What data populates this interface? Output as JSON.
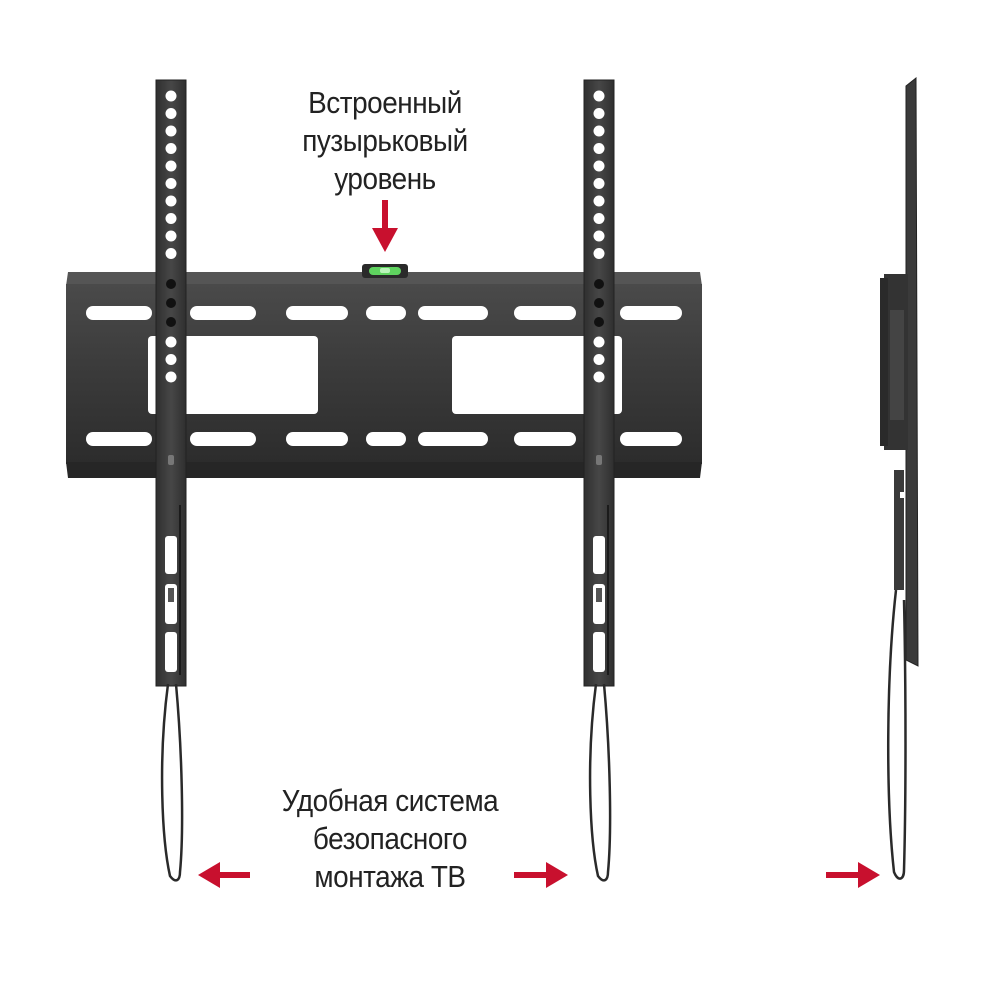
{
  "labels": {
    "bubble_level": [
      "Встроенный",
      "пузырьковый",
      "уровень"
    ],
    "safety_system": [
      "Удобная система",
      "безопасного",
      "монтажа ТВ"
    ]
  },
  "colors": {
    "arrow": "#c8102e",
    "metal": "#3a3a3a",
    "metal_dark": "#2a2a2a",
    "bubble": "#5fd35f",
    "text": "#222222",
    "background": "#ffffff"
  },
  "icons": {
    "arrows": [
      "arrow-down-icon",
      "arrow-left-icon",
      "arrow-right-icon",
      "arrow-right-icon"
    ]
  }
}
